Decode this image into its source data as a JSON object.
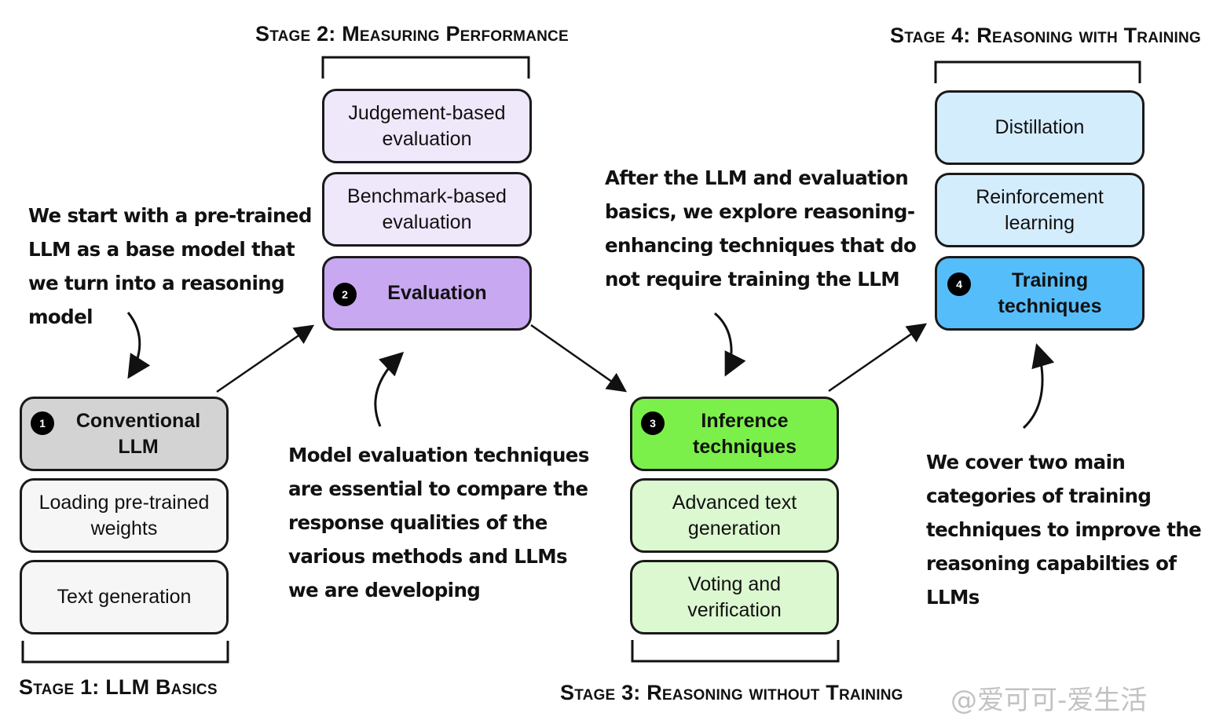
{
  "stages": [
    {
      "title": "Stage 1: LLM Basics"
    },
    {
      "title": "Stage 2: Measuring Performance"
    },
    {
      "title": "Stage 3: Reasoning without Training"
    },
    {
      "title": "Stage 4: Reasoning with Training"
    }
  ],
  "stage1": {
    "main": {
      "number": "1",
      "label": "Conventional LLM"
    },
    "items": [
      "Loading pre-trained weights",
      "Text generation"
    ],
    "color": "#d3d3d3",
    "item_color": "#f6f6f6"
  },
  "stage2": {
    "items": [
      "Judgement-based evaluation",
      "Benchmark-based evaluation"
    ],
    "main": {
      "number": "2",
      "label": "Evaluation"
    },
    "color": "#c9a8f2",
    "item_color": "#efe7fa"
  },
  "stage3": {
    "main": {
      "number": "3",
      "label": "Inference techniques"
    },
    "items": [
      "Advanced text generation",
      "Voting and verification"
    ],
    "color": "#7cf04a",
    "item_color": "#dcf8d0"
  },
  "stage4": {
    "items": [
      "Distillation",
      "Reinforcement learning"
    ],
    "main": {
      "number": "4",
      "label": "Training techniques"
    },
    "color": "#56bdfb",
    "item_color": "#d4edfd"
  },
  "notes": {
    "note1": "We start with a pre-trained\nLLM as a base model that\nwe turn into a reasoning\nmodel",
    "note2": "Model evaluation techniques\nare essential to compare the\nresponse qualities of the\nvarious methods and LLMs\nwe are developing",
    "note3": "After the LLM and evaluation\nbasics, we explore reasoning-\nenhancing techniques that do\nnot require training the LLM",
    "note4": "We cover two main\ncategories of training\ntechniques to improve the\nreasoning capabilties of\nLLMs"
  },
  "watermark": "@爱可可-爱生活"
}
